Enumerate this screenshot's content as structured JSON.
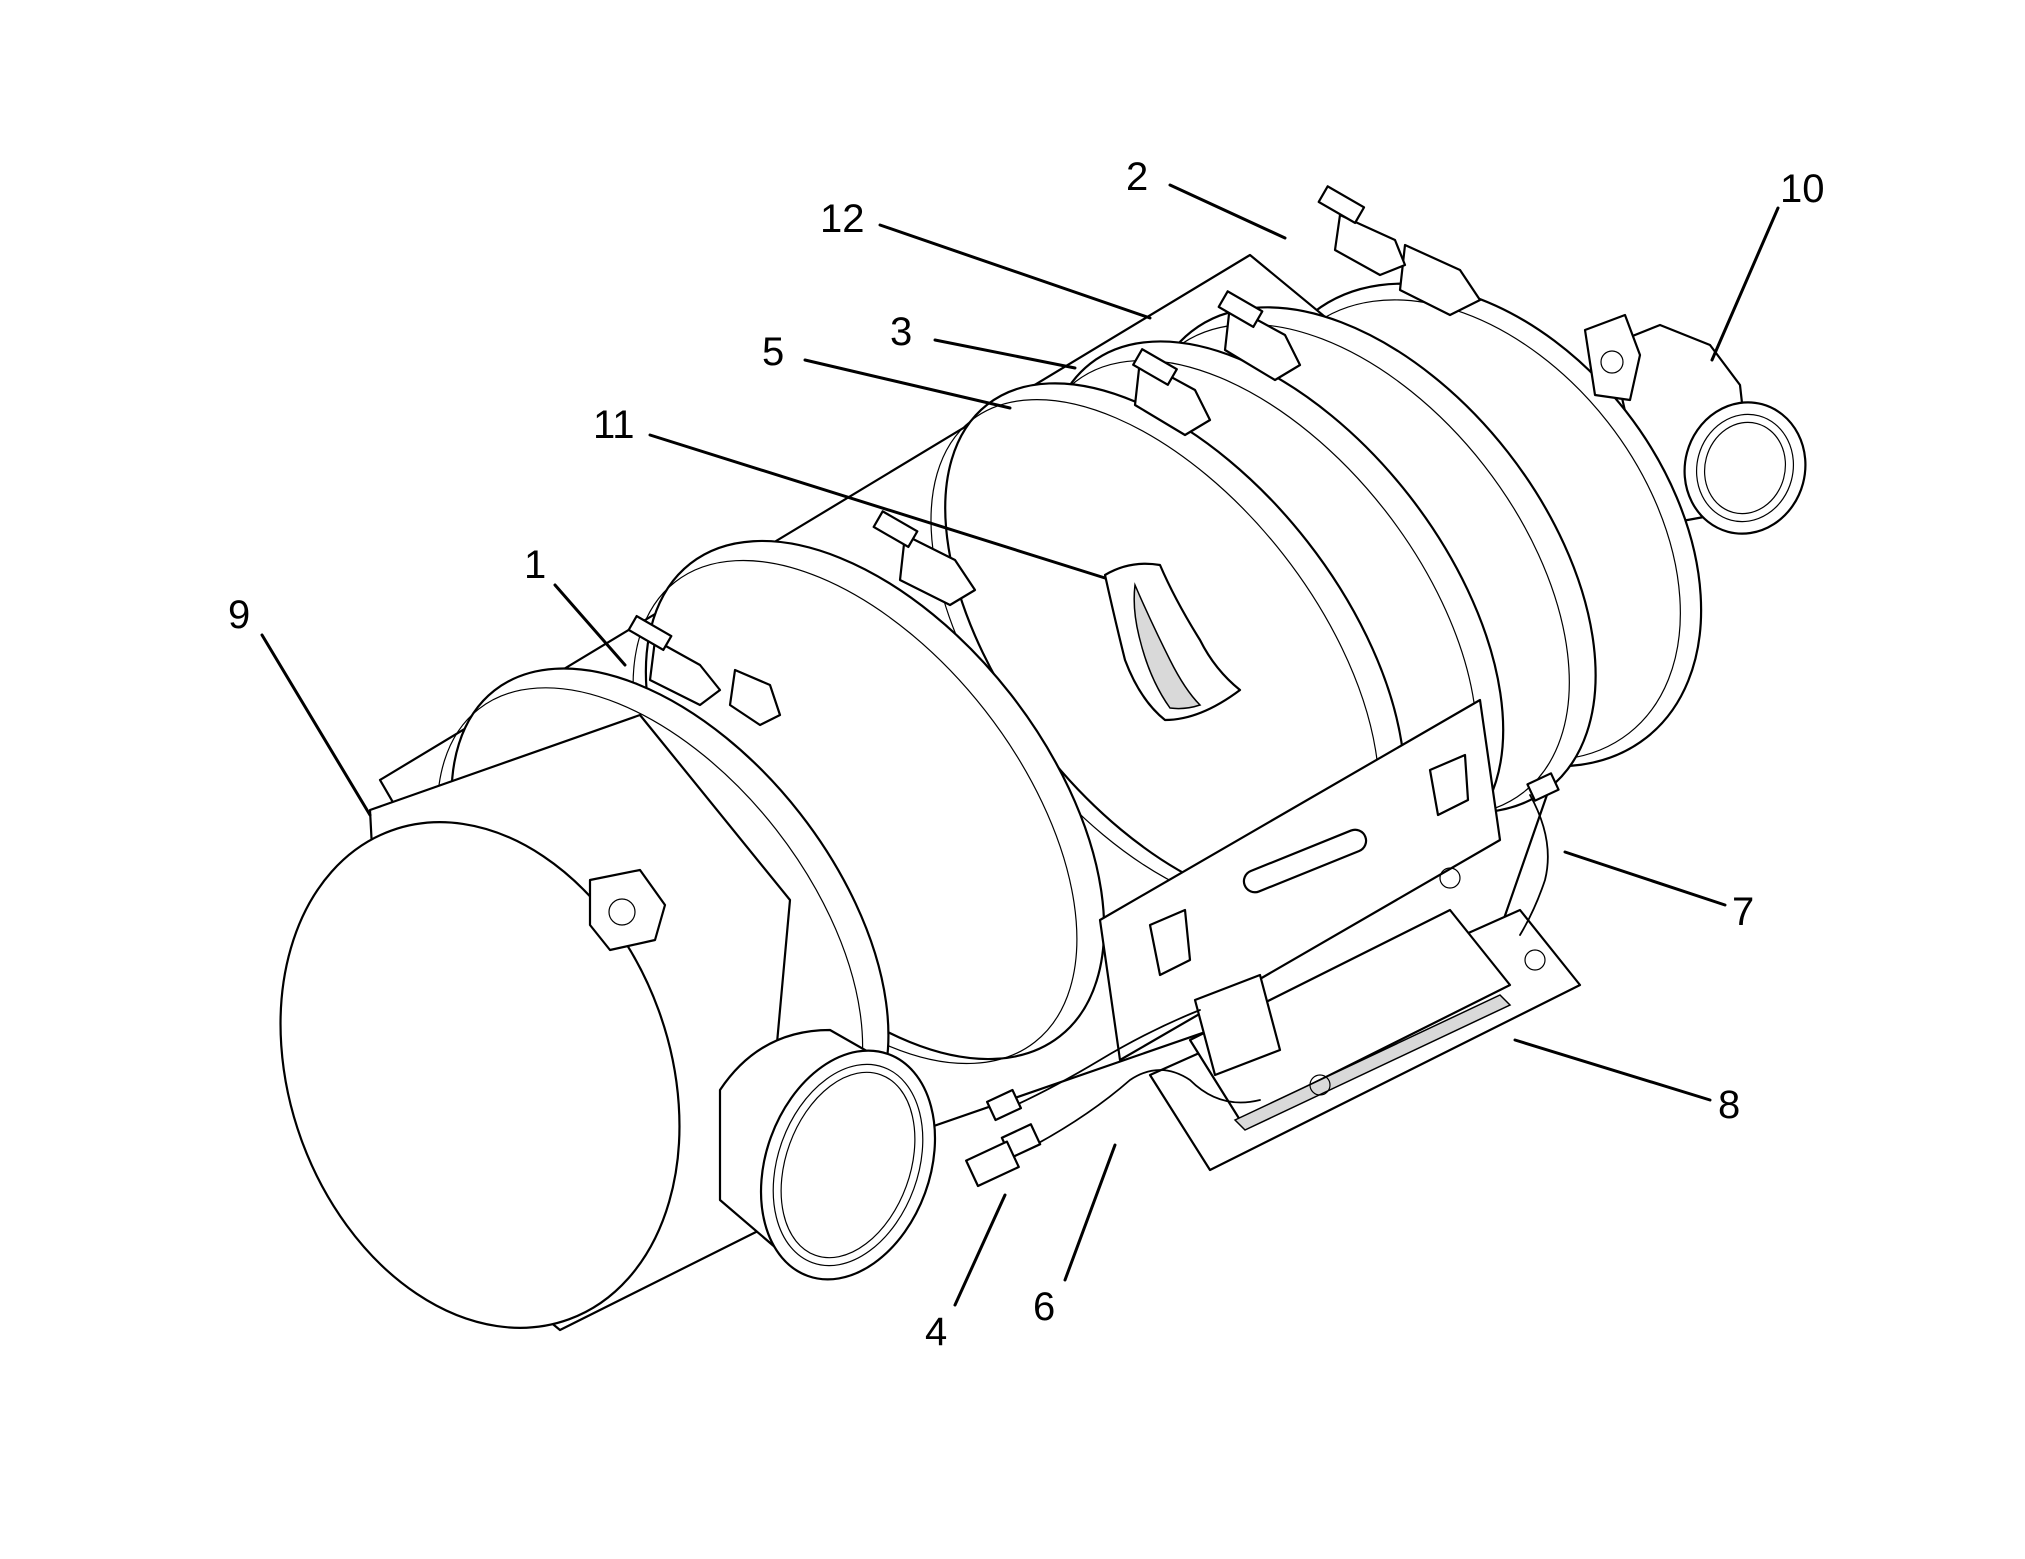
{
  "callouts": [
    {
      "id": "c1",
      "label": "1"
    },
    {
      "id": "c2",
      "label": "2"
    },
    {
      "id": "c3",
      "label": "3"
    },
    {
      "id": "c4",
      "label": "4"
    },
    {
      "id": "c5",
      "label": "5"
    },
    {
      "id": "c6",
      "label": "6"
    },
    {
      "id": "c7",
      "label": "7"
    },
    {
      "id": "c8",
      "label": "8"
    },
    {
      "id": "c9",
      "label": "9"
    },
    {
      "id": "c10",
      "label": "10"
    },
    {
      "id": "c11",
      "label": "11"
    },
    {
      "id": "c12",
      "label": "12"
    }
  ],
  "colors": {
    "line": "#000000",
    "background": "#ffffff"
  }
}
